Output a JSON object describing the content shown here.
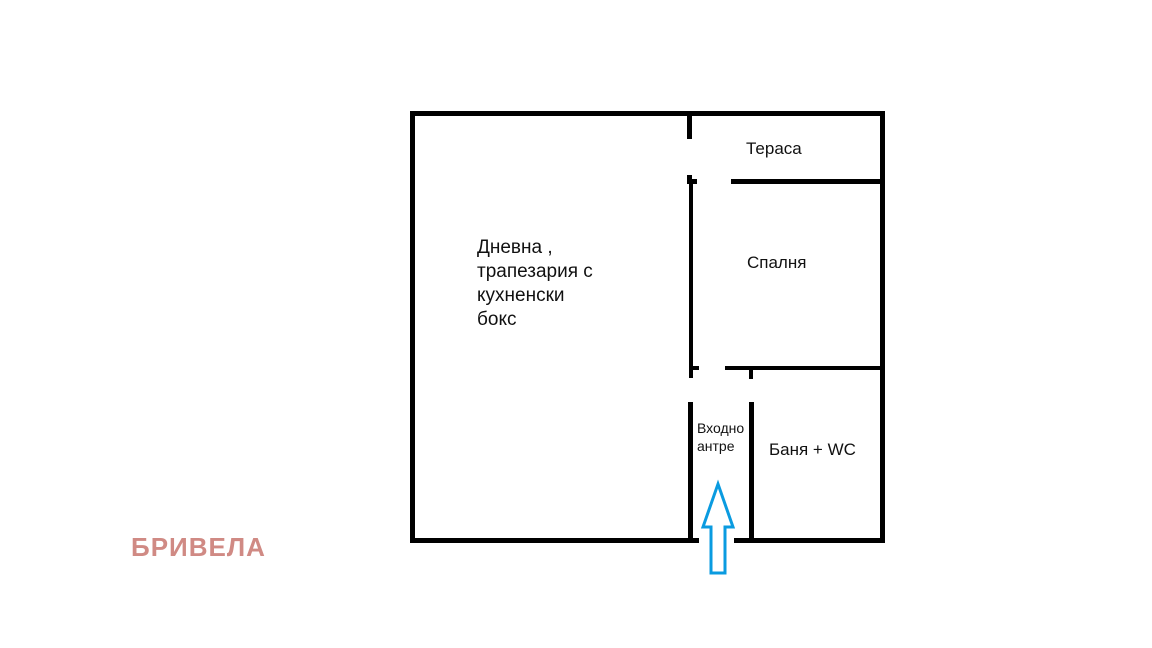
{
  "floorplan": {
    "rooms": {
      "living": {
        "line1": "Дневна ,",
        "line2": "трапезария с",
        "line3": "кухненски",
        "line4": "бокс"
      },
      "terrace": "Тераса",
      "bedroom": "Спалня",
      "hall": {
        "line1": "Входно",
        "line2": "антре"
      },
      "bathroom": "Баня + WC"
    },
    "entrance_arrow_color": "#0a9be0",
    "wall_color": "#000000"
  },
  "brand": {
    "name": "БРИВЕЛА",
    "color": "#d08a84"
  }
}
